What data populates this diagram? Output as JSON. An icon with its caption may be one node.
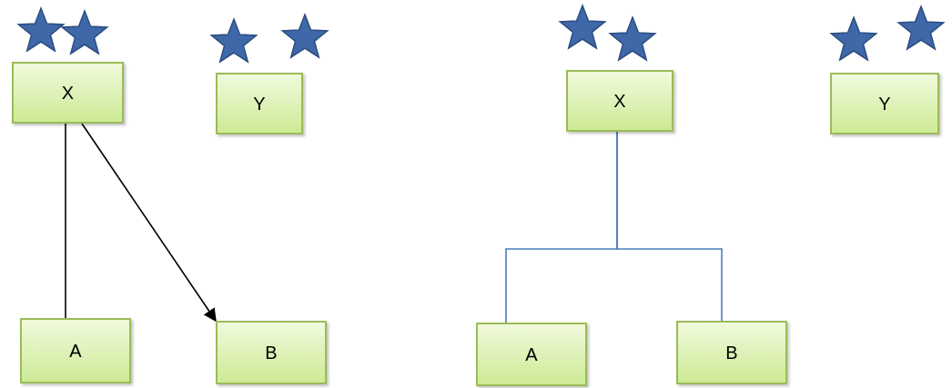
{
  "diagram": {
    "nodes": [
      {
        "text": [
          "X"
        ]
      },
      {
        "text": [
          "Y"
        ]
      },
      {
        "text": [
          "A"
        ]
      },
      {
        "text": [
          "B"
        ]
      },
      {
        "text": [
          "X"
        ]
      },
      {
        "text": [
          "Y"
        ]
      },
      {
        "text": [
          "A"
        ]
      },
      {
        "text": [
          "B"
        ]
      }
    ],
    "edges": [
      {
        "from": 0,
        "to": 2,
        "arrow": "none"
      },
      {
        "from": 0,
        "to": 3,
        "arrow": "to"
      },
      {
        "from": 4,
        "to": 6,
        "arrow": "none",
        "color": "#4a7ebb"
      },
      {
        "from": 4,
        "to": 7,
        "arrow": "none",
        "color": "#4a7ebb"
      }
    ]
  }
}
